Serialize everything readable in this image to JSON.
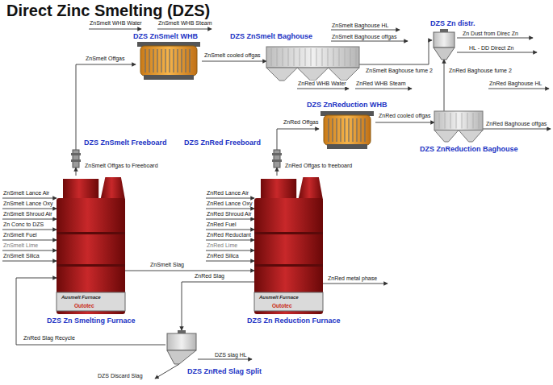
{
  "diagram": {
    "title": "Direct Zinc Smelting (DZS)",
    "nodes": [
      {
        "text": [
          "DZS ZnSmelt WHB"
        ]
      },
      {
        "text": [
          "DZS ZnSmelt Baghouse"
        ]
      },
      {
        "text": [
          "DZS Zn distr."
        ]
      },
      {
        "text": [
          "DZS ZnReduction WHB"
        ]
      },
      {
        "text": [
          "DZS ZnReduction Baghouse"
        ]
      },
      {
        "text": [
          "DZS ZnSmelt Freeboard"
        ]
      },
      {
        "text": [
          "DZS ZnRed Freeboard"
        ]
      },
      {
        "text": [
          "DZS Zn Smelting Furnace",
          "Ausmelt Furnace",
          "Outotec"
        ]
      },
      {
        "text": [
          "DZS Zn Reduction Furnace",
          "Ausmelt Furnace",
          "Outotec"
        ]
      },
      {
        "text": [
          "DZS ZnRed Slag Split"
        ]
      }
    ],
    "edges": [
      {
        "from": 7,
        "to": 5,
        "arrow": "to",
        "label": "ZnSmelt Offgas to Freeboard"
      },
      {
        "from": 5,
        "to": 0,
        "arrow": "to",
        "label": "ZnSmelt Offgas"
      },
      {
        "from": 0,
        "to": 1,
        "arrow": "to",
        "label": "ZnSmelt cooled offgas"
      },
      {
        "from": 1,
        "to": 2,
        "arrow": "to",
        "label": "ZnSmelt Baghouse fume 2"
      },
      {
        "from": 4,
        "to": 2,
        "arrow": "to",
        "label": "ZnRed Baghouse fume 2"
      },
      {
        "from": 8,
        "to": 6,
        "arrow": "to",
        "label": "ZnRed Offgas to freeboard"
      },
      {
        "from": 6,
        "to": 3,
        "arrow": "to",
        "label": "ZnRed Offgas"
      },
      {
        "from": 3,
        "to": 4,
        "arrow": "to",
        "label": "ZnRed cooled offgas"
      },
      {
        "from": 7,
        "to": 8,
        "arrow": "to",
        "label": "ZnSmelt Slag"
      },
      {
        "from": 8,
        "to": 9,
        "arrow": "to",
        "label": "ZnRed Slag"
      },
      {
        "from": 9,
        "to": 7,
        "arrow": "to",
        "label": "ZnRed Slag Recycle"
      }
    ],
    "labels": [
      "ZnSmelt WHB Water",
      "ZnSmelt WHB Steam",
      "ZnSmelt Baghouse HL",
      "ZnSmelt Baghouse offgas",
      "Zn Dust from Direc Zn",
      "HL - DD Direct Zn",
      "ZnRed WHB Water",
      "ZnRed WHB Steam",
      "ZnRed Baghouse HL",
      "ZnRed Baghouse offgas",
      "ZnSmelt Lance Air",
      "ZnSmelt Lance Oxy",
      "ZnSmelt Shroud Air",
      "Zn Conc to DZS",
      "ZnSmelt Fuel",
      "ZnSmelt Lime",
      "ZnSmelt Silica",
      "ZnRed Lance Air",
      "ZnRed Lance Oxy",
      "ZnRed Shroud Air",
      "ZnRed Fuel",
      "ZnRed Reductant",
      "ZnRed Lime",
      "ZnRed Silica",
      "ZnRed metal phase",
      "DZS slag HL",
      "DZS Discard Slag"
    ]
  }
}
